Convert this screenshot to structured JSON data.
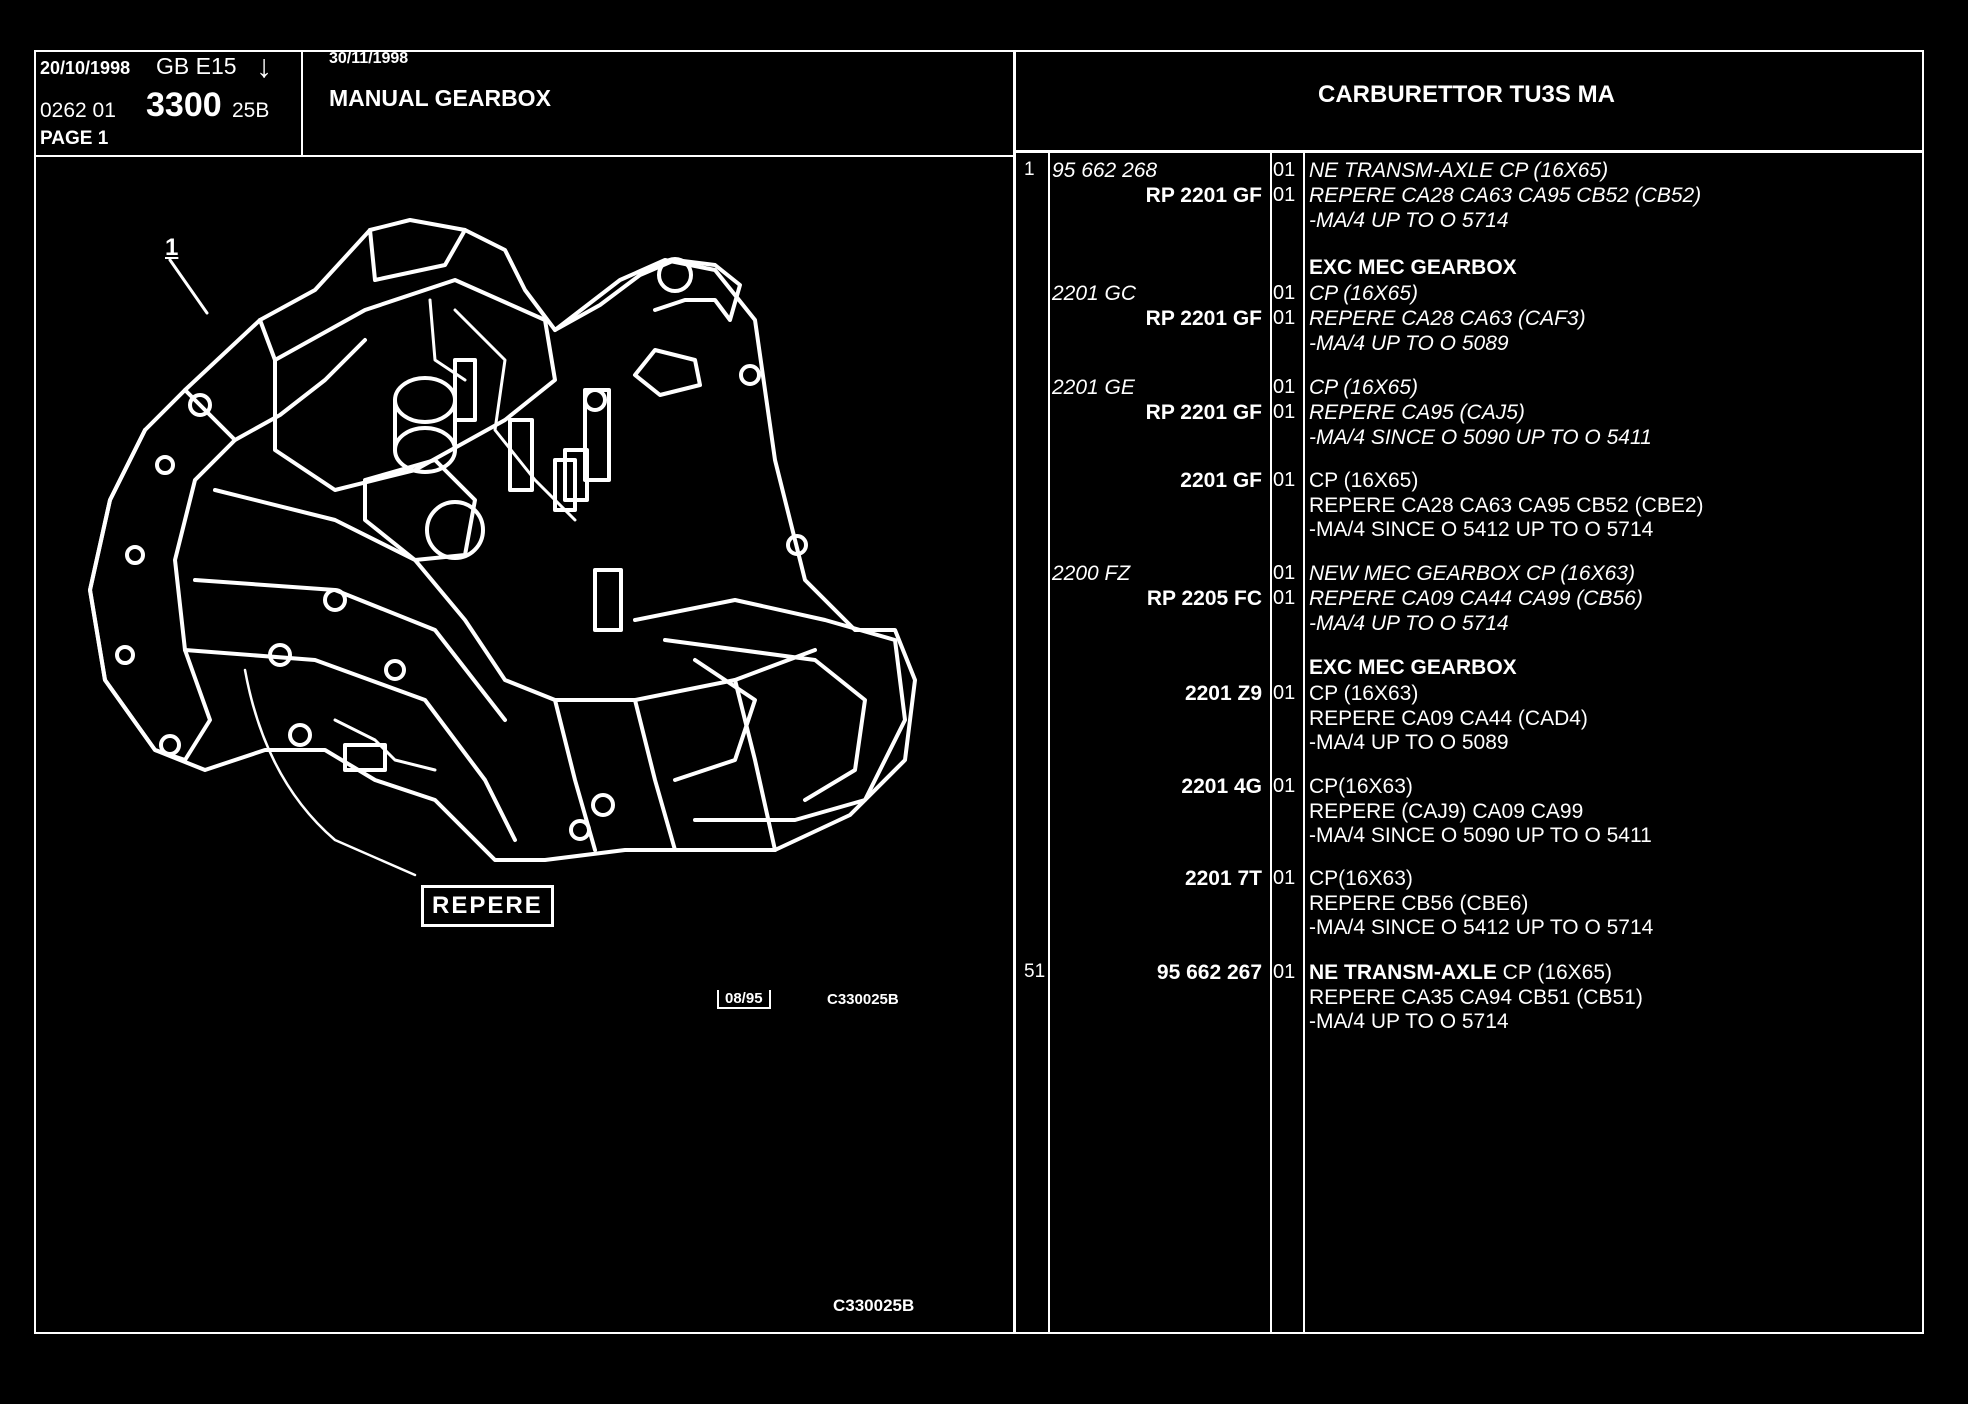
{
  "header": {
    "date1": "20/10/1998",
    "lang_code": "GB E15",
    "arrow": "↓",
    "code_prefix": "0262 01",
    "code_main": "3300",
    "code_suffix": "25B",
    "page": "PAGE 1",
    "date2": "30/11/1998",
    "section_title": "MANUAL GEARBOX",
    "right_title": "CARBURETTOR TU3S MA"
  },
  "diagram": {
    "callout_1": "1",
    "repere_label": "REPERE",
    "stamp_date": "08/95",
    "stamp_code": "C330025B",
    "footer_code": "C330025B"
  },
  "parts": [
    {
      "idx": "1",
      "ref": "95 662 268",
      "ref_style": "i",
      "qty": "01",
      "desc": [
        {
          "text": "NE TRANSM-AXLE CP (16X65)",
          "style": "i"
        }
      ]
    },
    {
      "idx": "",
      "ref": "RP  2201 GF",
      "ref_style": "b",
      "qty": "01",
      "desc": [
        {
          "text": "REPERE CA28 CA63 CA95 CB52 (CB52)",
          "style": "i"
        },
        {
          "text": "-MA/4 UP  TO  O  5714",
          "style": "i"
        }
      ]
    },
    {
      "idx": "",
      "ref": "",
      "qty": "",
      "desc": [
        {
          "text": "EXC MEC GEARBOX",
          "style": "b"
        }
      ]
    },
    {
      "idx": "",
      "ref": "2201 GC",
      "ref_style": "i",
      "qty": "01",
      "desc": [
        {
          "text": "CP (16X65)",
          "style": "i"
        }
      ]
    },
    {
      "idx": "",
      "ref": "RP  2201 GF",
      "ref_style": "b",
      "qty": "01",
      "desc": [
        {
          "text": "REPERE CA28 CA63 (CAF3)",
          "style": "i"
        },
        {
          "text": "-MA/4 UP  TO  O  5089",
          "style": "i"
        }
      ]
    },
    {
      "idx": "",
      "ref": "2201 GE",
      "ref_style": "i",
      "qty": "01",
      "desc": [
        {
          "text": "CP (16X65)",
          "style": "i"
        }
      ]
    },
    {
      "idx": "",
      "ref": "RP  2201 GF",
      "ref_style": "b",
      "qty": "01",
      "desc": [
        {
          "text": "REPERE CA95 (CAJ5)",
          "style": "i"
        },
        {
          "text": "-MA/4 SINCE  O  5090 UP  TO  O  5411",
          "style": "i"
        }
      ]
    },
    {
      "idx": "",
      "ref": "2201 GF",
      "ref_style": "b",
      "qty": "01",
      "desc": [
        {
          "text": "CP (16X65)",
          "style": "n"
        },
        {
          "text": "REPERE CA28 CA63 CA95 CB52 (CBE2)",
          "style": "n"
        },
        {
          "text": "-MA/4 SINCE  O  5412 UP  TO  O  5714",
          "style": "n"
        }
      ]
    },
    {
      "idx": "",
      "ref": "2200 FZ",
      "ref_style": "i",
      "qty": "01",
      "desc": [
        {
          "text": "NEW MEC GEARBOX CP (16X63)",
          "style": "i"
        }
      ]
    },
    {
      "idx": "",
      "ref": "RP  2205 FC",
      "ref_style": "b",
      "qty": "01",
      "desc": [
        {
          "text": "REPERE CA09 CA44 CA99 (CB56)",
          "style": "i"
        },
        {
          "text": "-MA/4 UP  TO  O  5714",
          "style": "i"
        }
      ]
    },
    {
      "idx": "",
      "ref": "",
      "qty": "",
      "desc": [
        {
          "text": "EXC MEC GEARBOX",
          "style": "b"
        }
      ]
    },
    {
      "idx": "",
      "ref": "2201 Z9",
      "ref_style": "b",
      "qty": "01",
      "desc": [
        {
          "text": "CP (16X63)",
          "style": "n"
        },
        {
          "text": "REPERE CA09 CA44 (CAD4)",
          "style": "n"
        },
        {
          "text": "-MA/4 UP  TO  O  5089",
          "style": "n"
        }
      ]
    },
    {
      "idx": "",
      "ref": "2201 4G",
      "ref_style": "b",
      "qty": "01",
      "desc": [
        {
          "text": "CP(16X63)",
          "style": "n"
        },
        {
          "text": "REPERE (CAJ9) CA09 CA99",
          "style": "n"
        },
        {
          "text": "-MA/4 SINCE  O  5090 UP  TO  O  5411",
          "style": "n"
        }
      ]
    },
    {
      "idx": "",
      "ref": "2201 7T",
      "ref_style": "b",
      "qty": "01",
      "desc": [
        {
          "text": "CP(16X63)",
          "style": "n"
        },
        {
          "text": "REPERE CB56 (CBE6)",
          "style": "n"
        },
        {
          "text": "-MA/4 SINCE  O  5412 UP  TO  O  5714",
          "style": "n"
        }
      ]
    },
    {
      "idx": "51",
      "ref": "95 662 267",
      "ref_style": "b",
      "qty": "01",
      "desc": [
        {
          "text": "NE TRANSM-AXLE",
          "style": "b",
          "tail": " CP (16X65)"
        },
        {
          "text": "REPERE CA35 CA94 CB51 (CB51)",
          "style": "n"
        },
        {
          "text": "-MA/4 UP  TO  O  5714",
          "style": "n"
        }
      ]
    }
  ]
}
